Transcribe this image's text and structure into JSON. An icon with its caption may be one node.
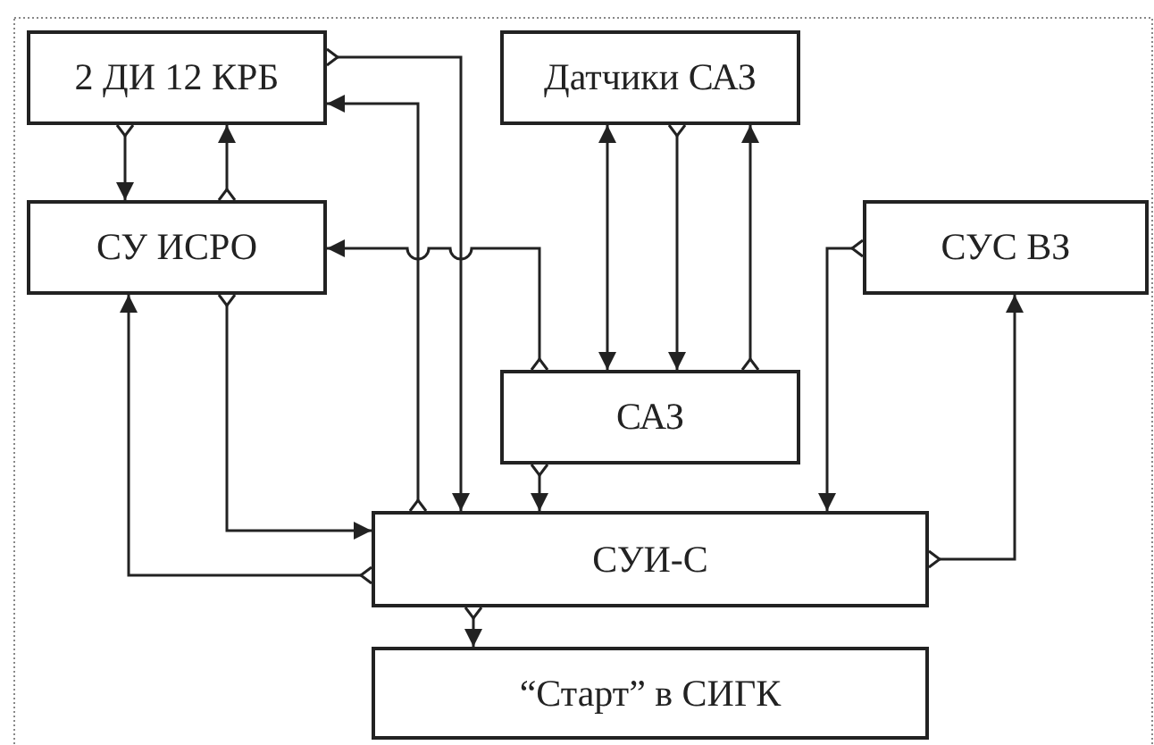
{
  "diagram": {
    "nodes": [
      {
        "text": [
          "2 ДИ 12 КРБ"
        ]
      },
      {
        "text": [
          "Датчики САЗ"
        ]
      },
      {
        "text": [
          "СУ ИСРО"
        ]
      },
      {
        "text": [
          "СУС ВЗ"
        ]
      },
      {
        "text": [
          "САЗ"
        ]
      },
      {
        "text": [
          "СУИ-С"
        ]
      },
      {
        "text": [
          "“Старт” в СИГК"
        ]
      }
    ],
    "edges": [
      {
        "from": 0,
        "to": 2,
        "arrow": "to"
      },
      {
        "from": 2,
        "to": 0,
        "arrow": "to"
      },
      {
        "from": 0,
        "to": 5,
        "arrow": "to"
      },
      {
        "from": 5,
        "to": 0,
        "arrow": "to"
      },
      {
        "from": 4,
        "to": 2,
        "arrow": "to"
      },
      {
        "from": 4,
        "to": 5,
        "arrow": "to"
      },
      {
        "from": 1,
        "to": 4,
        "arrow": "both"
      },
      {
        "from": 1,
        "to": 4,
        "arrow": "to"
      },
      {
        "from": 4,
        "to": 1,
        "arrow": "to"
      },
      {
        "from": 3,
        "to": 5,
        "arrow": "to"
      },
      {
        "from": 5,
        "to": 3,
        "arrow": "to"
      },
      {
        "from": 2,
        "to": 5,
        "arrow": "to"
      },
      {
        "from": 5,
        "to": 2,
        "arrow": "to"
      },
      {
        "from": 5,
        "to": 6,
        "arrow": "to"
      }
    ]
  }
}
